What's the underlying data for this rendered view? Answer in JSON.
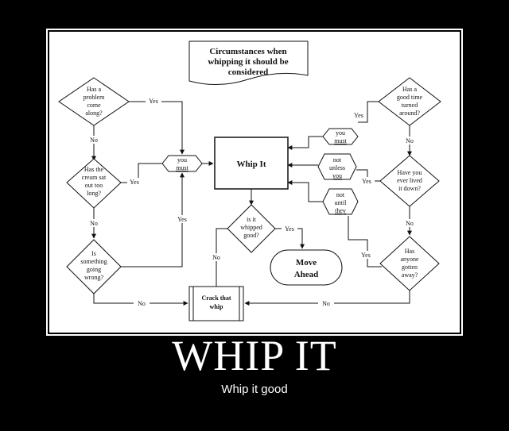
{
  "title": "WHIP IT",
  "subtitle": "Whip it good",
  "flowchart": {
    "banner": [
      "Circumstances when",
      "whipping it should be",
      "considered"
    ],
    "center_box": "Whip It",
    "left_decisions": {
      "problem": [
        "Has a",
        "problem",
        "come",
        "along?"
      ],
      "cream": [
        "Has the",
        "cream sat",
        "out too",
        "long?"
      ],
      "wrong": [
        "Is",
        "something",
        "going",
        "wrong?"
      ]
    },
    "right_decisions": {
      "good_time": [
        "Has a",
        "good time",
        "turned",
        "around?"
      ],
      "lived": [
        "Have you",
        "ever lived",
        "it down?"
      ],
      "away": [
        "Has",
        "anyone",
        "gotten",
        "away?"
      ]
    },
    "whipped_decision": [
      "is it",
      "whipped",
      "good?"
    ],
    "you_must_left": [
      "you",
      "must"
    ],
    "you_must_right": [
      "you",
      "must"
    ],
    "not_unless": [
      "not",
      "unless",
      "you"
    ],
    "not_until": [
      "not",
      "until",
      "they"
    ],
    "move_ahead": [
      "Move",
      "Ahead"
    ],
    "crack": [
      "Crack that",
      "whip"
    ],
    "yes": "Yes",
    "no": "No"
  }
}
